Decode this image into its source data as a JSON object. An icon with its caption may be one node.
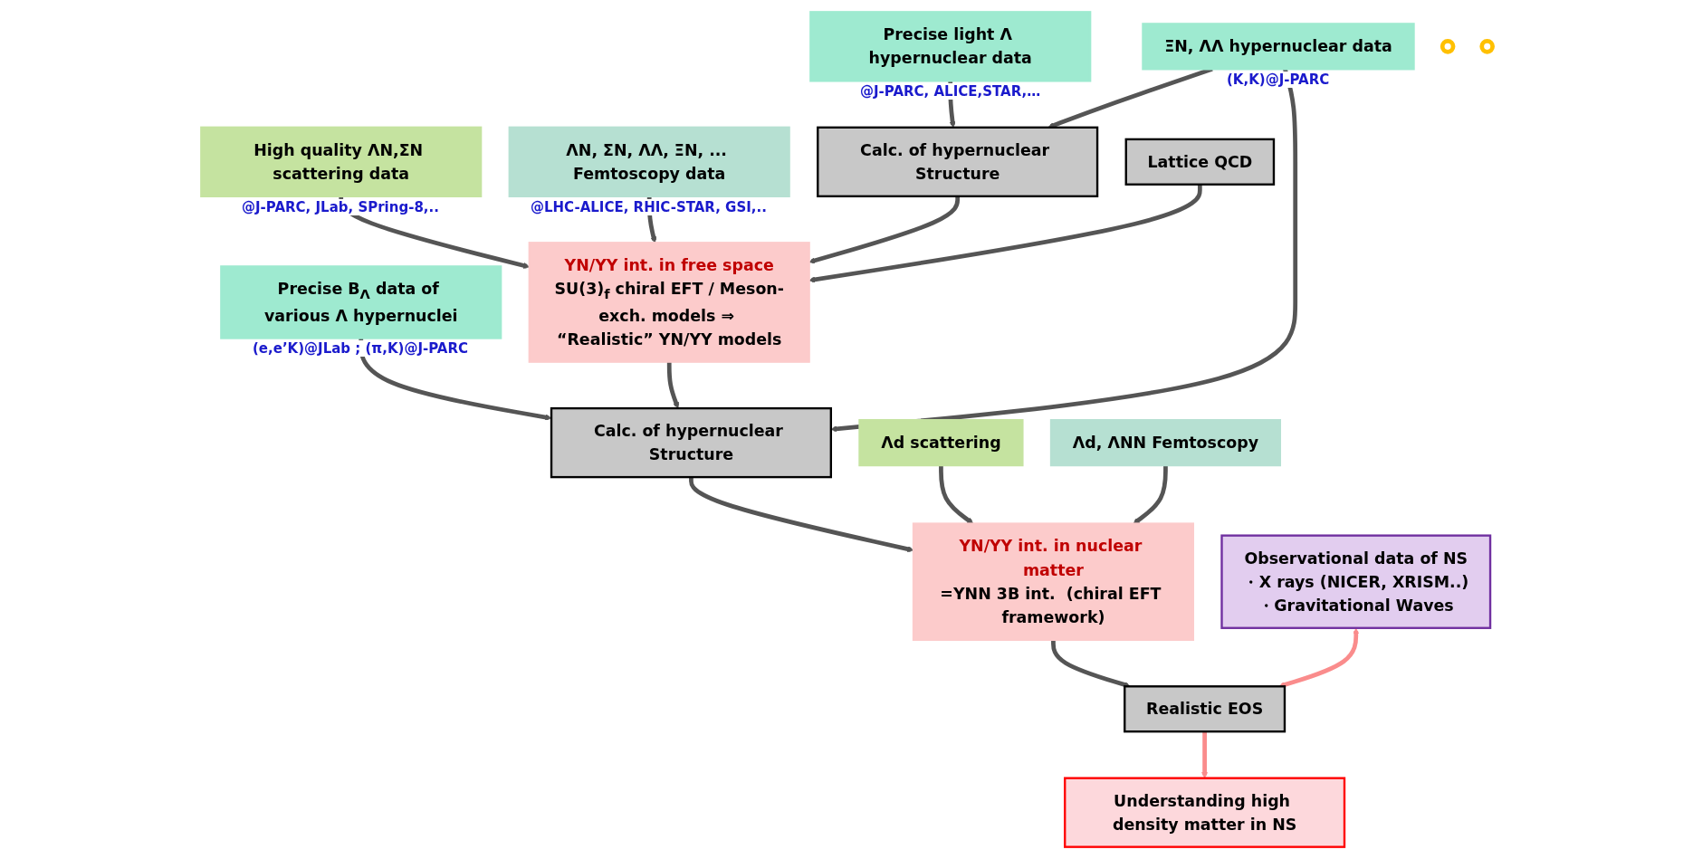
{
  "diagram": {
    "nodes": [
      {
        "text": [
          "Precise light Λ hypernuclear data"
        ],
        "beside": [
          "@J-PARC, ALICE,STAR,…"
        ]
      },
      {
        "text": [
          "ΞN, ΛΛ hypernuclear data"
        ],
        "beside": [
          "(K,K)@J-PARC"
        ]
      },
      {
        "text": [
          "Precise B$_{Λ}$ data of various Λ hypernuclei"
        ],
        "beside": [
          "(e,e’K)@JLab ; (π,K)@J-PARC"
        ]
      },
      {
        "text": [
          "High quality ΛN,ΣN scattering data"
        ],
        "beside": [
          "@J-PARC, JLab, SPring-8,.."
        ]
      },
      {
        "text": [
          "ΛN, ΣN, ΛΛ, ΞN, ... Femtoscopy data"
        ],
        "beside": [
          "@LHC-ALICE, RHIC-STAR, GSI,.."
        ]
      },
      {
        "text": [
          "Calc. of hypernuclear Structure"
        ]
      },
      {
        "text": [
          "YN/YY int. in free space",
          "SU(3)$_{f}$ chiral EFT / Meson-exch. models ⇒ “Realistic” YN/YY models"
        ]
      },
      {
        "text": [
          "Lattice QCD"
        ]
      },
      {
        "text": [
          "Calc. of hypernuclear Structure"
        ]
      },
      {
        "text": [
          "Λd scattering"
        ]
      },
      {
        "text": [
          "Λd, ΛNN Femtoscopy"
        ]
      },
      {
        "text": [
          "YN/YY int. in nuclear matter",
          "=YNN 3B int.  (chiral EFT framework)"
        ]
      },
      {
        "text": [
          "Observational data of NS",
          "・X rays (NICER, XRISM..)",
          "・Gravitational Waves"
        ]
      },
      {
        "text": [
          "Realistic EOS"
        ]
      },
      {
        "text": [
          "Understanding high density matter in NS"
        ]
      },
      {
        "text": [],
        "shape": "circle"
      },
      {
        "text": [],
        "shape": "circle"
      }
    ],
    "edges": [
      {
        "from": 0,
        "to": 5,
        "arrow": "to"
      },
      {
        "from": 1,
        "to": 5,
        "arrow": "to"
      },
      {
        "from": 1,
        "to": 8,
        "arrow": "to"
      },
      {
        "from": 2,
        "to": 8,
        "arrow": "to"
      },
      {
        "from": 3,
        "to": 6,
        "arrow": "to"
      },
      {
        "from": 4,
        "to": 6,
        "arrow": "to"
      },
      {
        "from": 5,
        "to": 6,
        "arrow": "to"
      },
      {
        "from": 7,
        "to": 6,
        "arrow": "to"
      },
      {
        "from": 6,
        "to": 8,
        "arrow": "to"
      },
      {
        "from": 8,
        "to": 11,
        "arrow": "to"
      },
      {
        "from": 9,
        "to": 11,
        "arrow": "to"
      },
      {
        "from": 10,
        "to": 11,
        "arrow": "to"
      },
      {
        "from": 11,
        "to": 13,
        "arrow": "to"
      },
      {
        "from": 12,
        "to": 13,
        "arrow": "both",
        "color": "#fa8c8c"
      },
      {
        "from": 13,
        "to": 14,
        "arrow": "to",
        "color": "#fa8c8c"
      }
    ]
  }
}
